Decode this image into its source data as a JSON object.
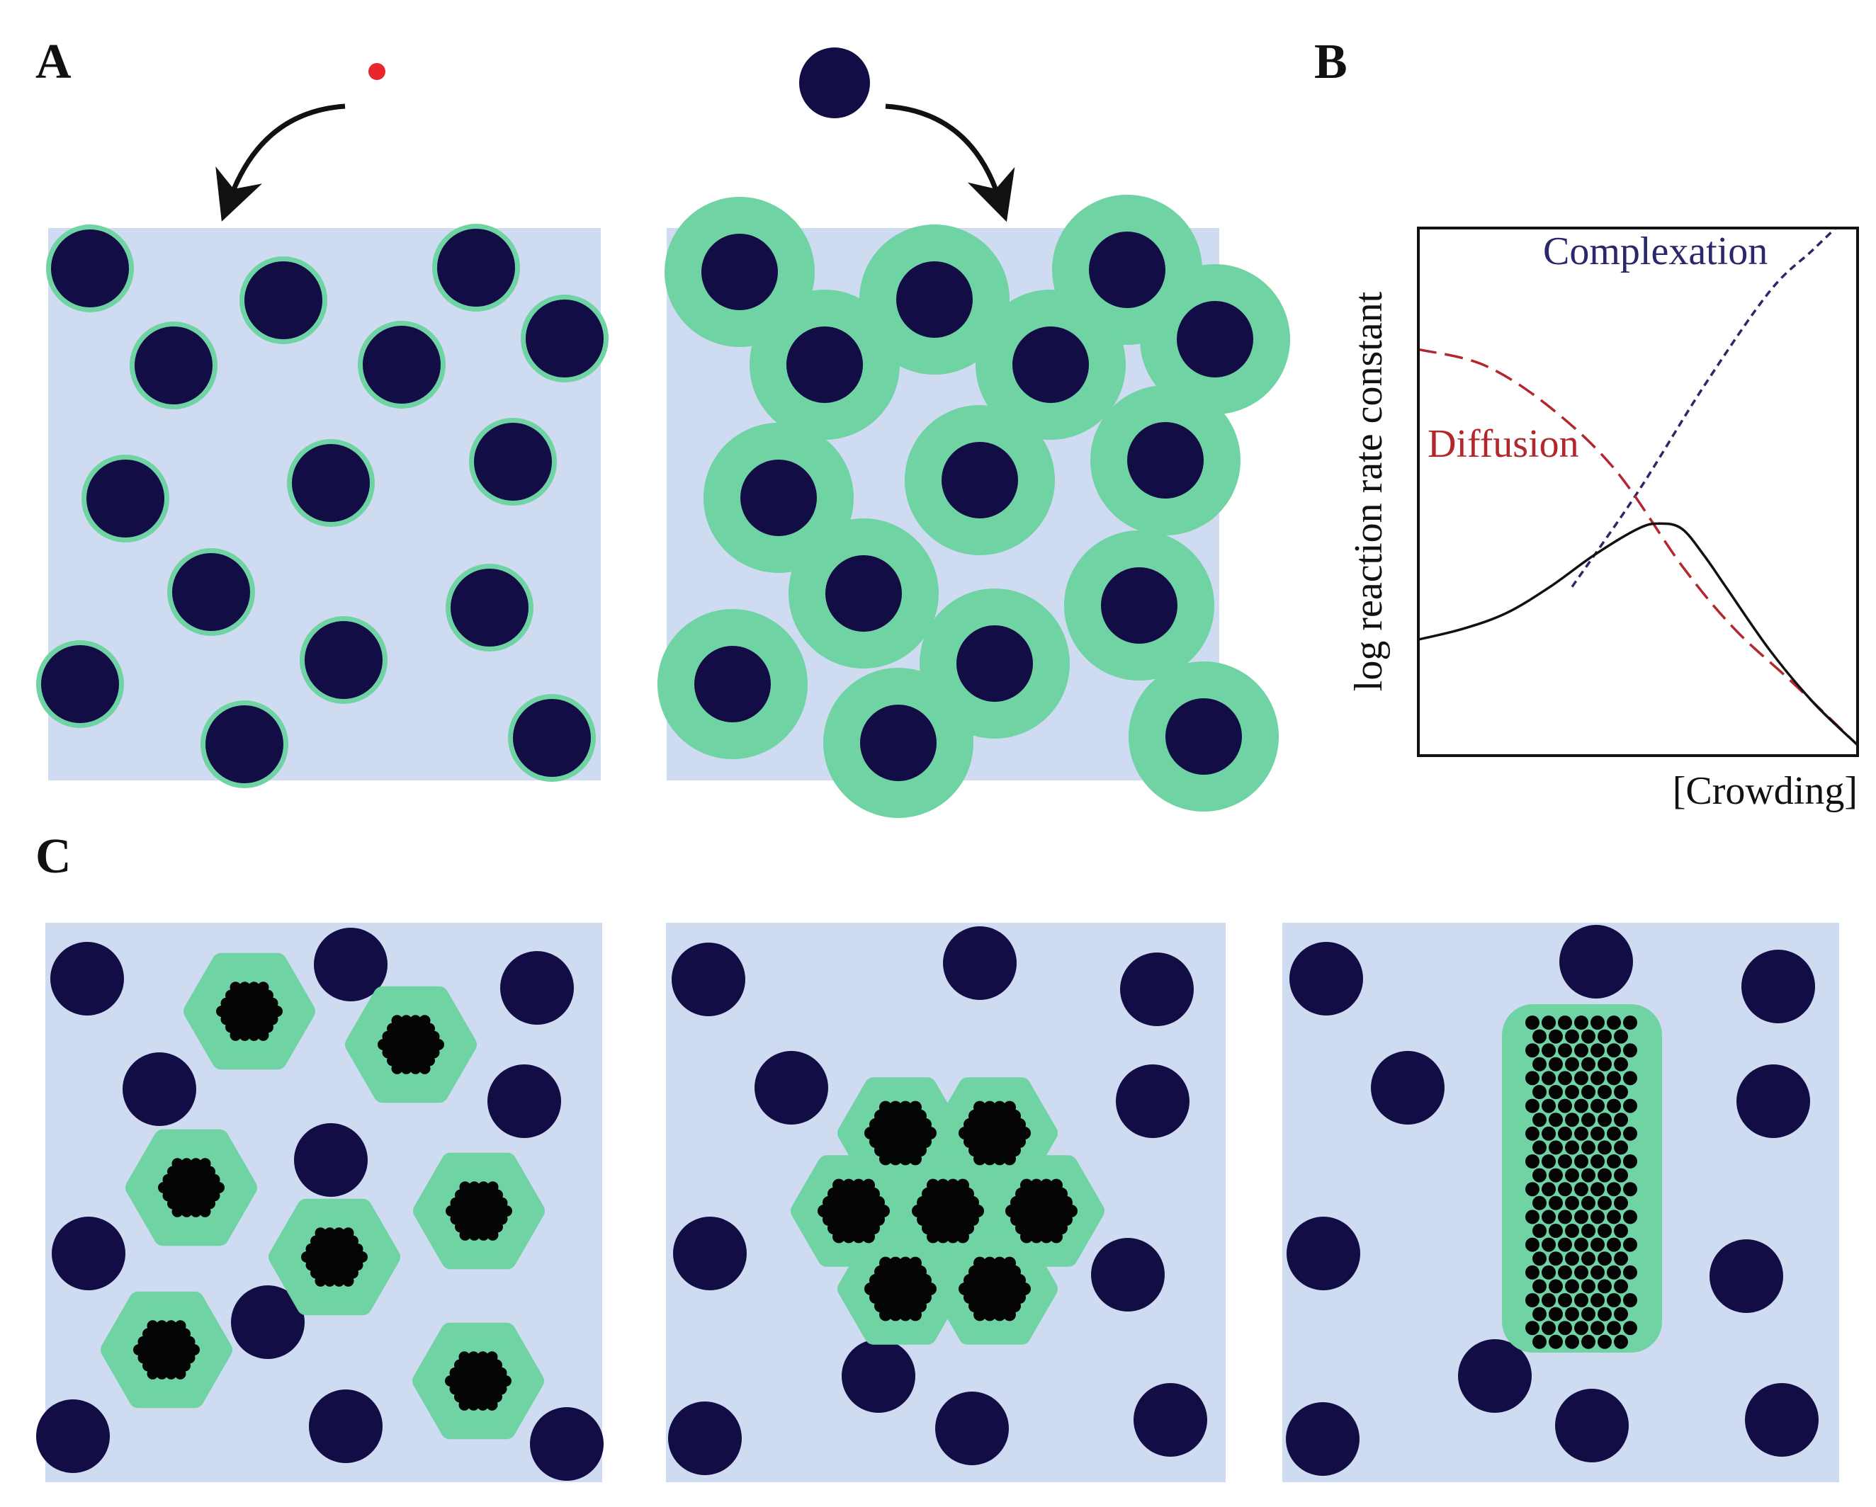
{
  "panels": {
    "a": "A",
    "b": "B",
    "c": "C"
  },
  "colors": {
    "box": "#cedbf0",
    "shell": "#6fd3a4",
    "crowder": "#120d45",
    "small_probe": "#e8262e",
    "subunit": "#050505",
    "diffusion": "#b3262b",
    "complexation": "#2a286a",
    "observed": "#111111"
  },
  "chart_data": {
    "type": "line",
    "title": "",
    "xlabel": "[Crowding]",
    "ylabel": "log reaction rate constant",
    "grid": false,
    "series": [
      {
        "name": "Complexation",
        "style": "dotted",
        "x": [
          0.35,
          0.5,
          0.65,
          0.8,
          0.9,
          1.0
        ],
        "y": [
          0.32,
          0.5,
          0.7,
          0.88,
          0.96,
          1.04
        ]
      },
      {
        "name": "Diffusion",
        "style": "dashed",
        "x": [
          0.0,
          0.15,
          0.3,
          0.45,
          0.6,
          0.72,
          0.85,
          1.0
        ],
        "y": [
          0.77,
          0.74,
          0.66,
          0.54,
          0.36,
          0.24,
          0.14,
          0.02
        ]
      },
      {
        "name": "",
        "style": "solid",
        "x": [
          0.0,
          0.1,
          0.2,
          0.3,
          0.4,
          0.5,
          0.55,
          0.6,
          0.65,
          0.7,
          0.8,
          0.9,
          1.0
        ],
        "y": [
          0.22,
          0.24,
          0.27,
          0.32,
          0.38,
          0.43,
          0.44,
          0.43,
          0.38,
          0.32,
          0.2,
          0.1,
          0.02
        ]
      }
    ]
  }
}
